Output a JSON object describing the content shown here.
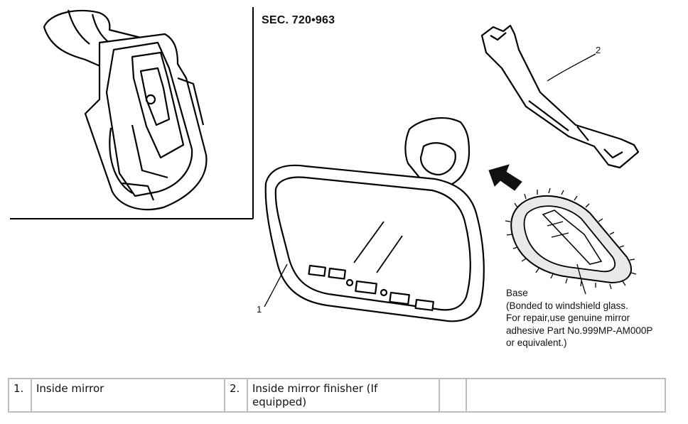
{
  "figure": {
    "section_label": "SEC. 720•963",
    "callouts": [
      "1",
      "2"
    ],
    "base_note": {
      "lines": [
        "Base",
        "(Bonded to windshield glass.",
        "For repair,use genuine mirror",
        "adhesive Part No.999MP-AM000P",
        "or equivalent.)"
      ]
    }
  },
  "legend": {
    "rows": [
      {
        "num1": "1.",
        "text1": "Inside mirror",
        "num2": "2.",
        "text2": "Inside mirror finisher (If equipped)",
        "num3": "",
        "text3": ""
      }
    ]
  }
}
